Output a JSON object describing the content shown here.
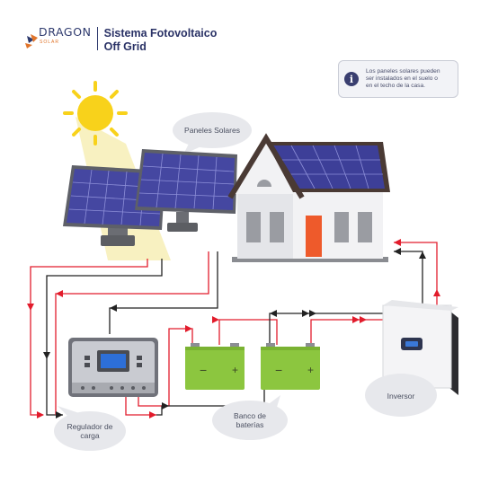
{
  "header": {
    "brand_name": "DRAGON",
    "brand_sub": "SOLAR",
    "title_line1": "Sistema Fotovoltaico",
    "title_line2": "Off Grid"
  },
  "info": {
    "icon": "info-icon",
    "icon_glyph": "i",
    "text_line1": "Los paneles solares pueden",
    "text_line2": "ser instalados en el suelo o",
    "text_line3": "en el techo de la casa."
  },
  "labels": {
    "panels": "Paneles Solares",
    "regulator_line1": "Regulador de",
    "regulator_line2": "carga",
    "batteries_line1": "Banco de",
    "batteries_line2": "baterías",
    "inverter": "Inversor"
  },
  "battery": {
    "minus": "−",
    "plus": "+"
  },
  "colors": {
    "brand": "#2e3a6e",
    "accent": "#e0742a",
    "panel": "#3d3f98",
    "sun": "#f8d21b",
    "roof": "#3d3f98",
    "door": "#ee5a2b",
    "battery": "#8cc63f",
    "wire_positive": "#e21c2c",
    "wire_negative": "#222222",
    "bubble": "#e7e8ec"
  }
}
